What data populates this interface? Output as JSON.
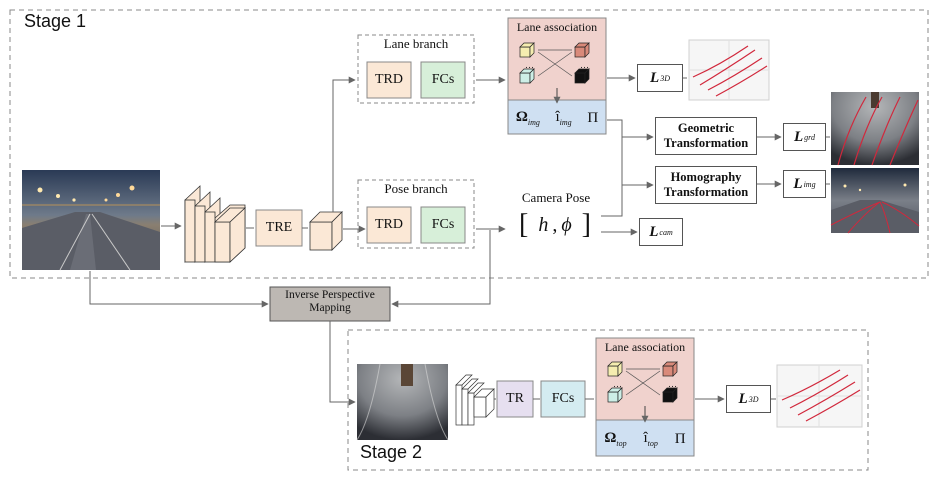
{
  "stage1": {
    "title": "Stage 1"
  },
  "stage2": {
    "title": "Stage 2"
  },
  "lane_branch": {
    "title": "Lane branch",
    "trd": "TRD",
    "fcs": "FCs"
  },
  "pose_branch": {
    "title": "Pose branch",
    "trd": "TRD",
    "fcs": "FCs"
  },
  "tre": "TRE",
  "camera_pose": {
    "title": "Camera Pose",
    "h": "h",
    "comma": ",",
    "phi": "ϕ"
  },
  "lane_assoc1": {
    "title": "Lane association",
    "omega": "Ω",
    "omega_sub": "img",
    "ihat": "î",
    "ihat_sub": "img",
    "pi": "Π"
  },
  "lane_assoc2": {
    "title": "Lane association",
    "omega": "Ω",
    "omega_sub": "top",
    "ihat": "î",
    "ihat_sub": "top",
    "pi": "Π"
  },
  "losses": {
    "l3d": {
      "main": "L",
      "sub": "3D"
    },
    "lgrd": {
      "main": "L",
      "sub": "grd"
    },
    "limg": {
      "main": "L",
      "sub": "img"
    },
    "lcam": {
      "main": "L",
      "sub": "cam"
    },
    "l3d_stage2": {
      "main": "L",
      "sub": "3D"
    }
  },
  "geometric": "Geometric Transformation",
  "homography": "Homography Transformation",
  "ipm": "Inverse Perspective Mapping",
  "stage2_tr": "TR",
  "stage2_fcs": "FCs",
  "colors": {
    "trd_fill": "#fbe8d6",
    "fcs_fill": "#d7efd9",
    "assoc_top": "#f0d2cd",
    "assoc_bottom": "#cfe0f2",
    "ipm_fill": "#bdb8b3",
    "tr_fill": "#e6dff0",
    "fcs2_fill": "#d4ecf1",
    "lane_red": "#d1283c",
    "arrow": "#666666"
  }
}
